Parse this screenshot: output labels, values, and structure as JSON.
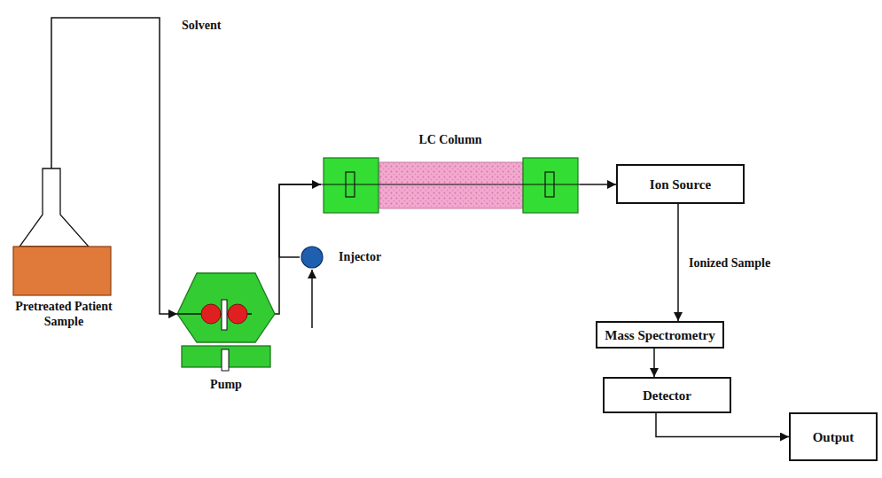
{
  "diagram": {
    "nodes": [
      {
        "text": [
          "Pretreated Patient Sample"
        ]
      },
      {
        "text": [
          "Pump"
        ]
      },
      {
        "text": [
          "Injector"
        ]
      },
      {
        "text": [
          "LC Column"
        ]
      },
      {
        "text": [
          "Ion Source"
        ]
      },
      {
        "text": [
          "Mass Spectrometry"
        ]
      },
      {
        "text": [
          "Detector"
        ]
      },
      {
        "text": [
          "Output"
        ]
      }
    ],
    "edges": [
      {
        "from": 0,
        "to": 1,
        "label": "Solvent",
        "arrow": "to"
      },
      {
        "from": 1,
        "to": 3,
        "arrow": "none"
      },
      {
        "from": 2,
        "to": 3,
        "arrow": "to"
      },
      {
        "from": 3,
        "to": 4,
        "arrow": "to"
      },
      {
        "from": 4,
        "to": 5,
        "label": "Ionized Sample",
        "arrow": "to"
      },
      {
        "from": 5,
        "to": 6,
        "arrow": "to"
      },
      {
        "from": 6,
        "to": 7,
        "arrow": "to"
      }
    ]
  }
}
